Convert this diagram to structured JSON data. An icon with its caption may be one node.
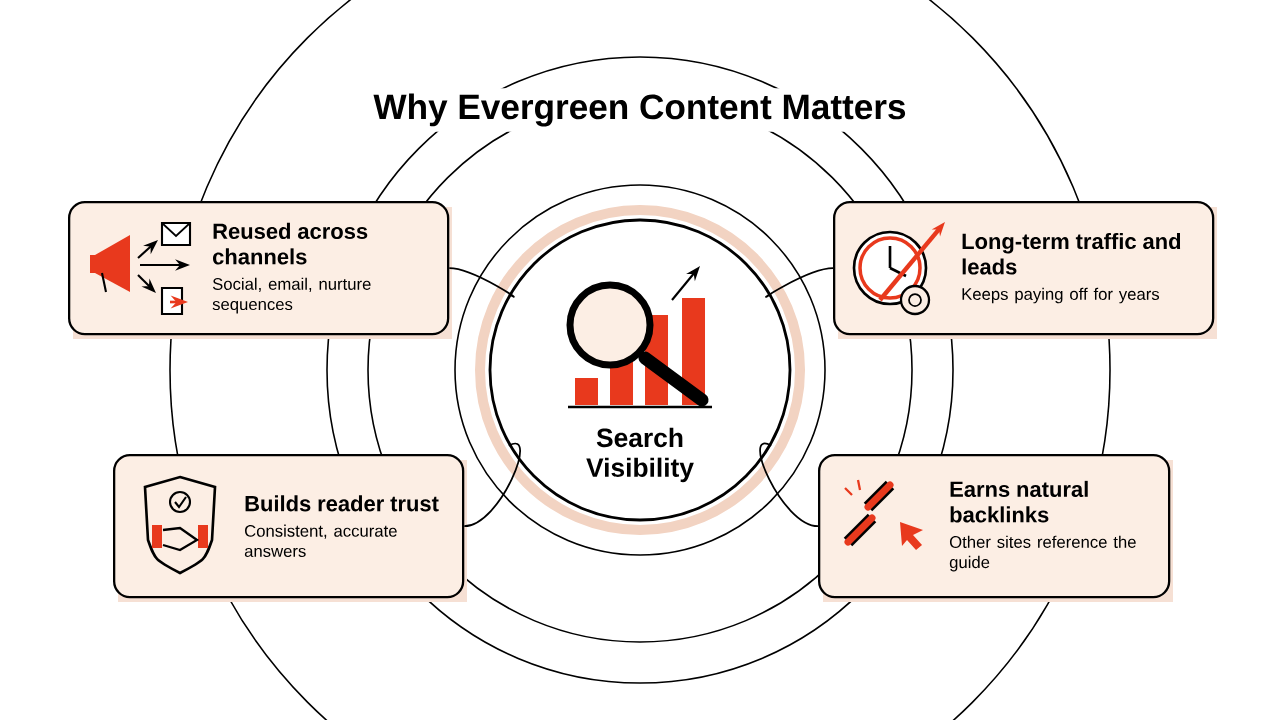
{
  "diagram": {
    "title": "Why Evergreen Content Matters",
    "nodes": [
      {
        "text": [
          "Search Visibility"
        ]
      },
      {
        "text": [
          "Reused across channels",
          "Social, email, nurture sequences"
        ]
      },
      {
        "text": [
          "Long-term traffic and leads",
          "Keeps paying off for years"
        ]
      },
      {
        "text": [
          "Builds reader trust",
          "Consistent, accurate answers"
        ]
      },
      {
        "text": [
          "Earns natural backlinks",
          "Other sites reference the guide"
        ]
      }
    ],
    "edges": [
      {
        "from": 1,
        "to": 0,
        "arrow": "none"
      },
      {
        "from": 2,
        "to": 0,
        "arrow": "none"
      },
      {
        "from": 3,
        "to": 0,
        "arrow": "none"
      },
      {
        "from": 4,
        "to": 0,
        "arrow": "none"
      }
    ]
  }
}
